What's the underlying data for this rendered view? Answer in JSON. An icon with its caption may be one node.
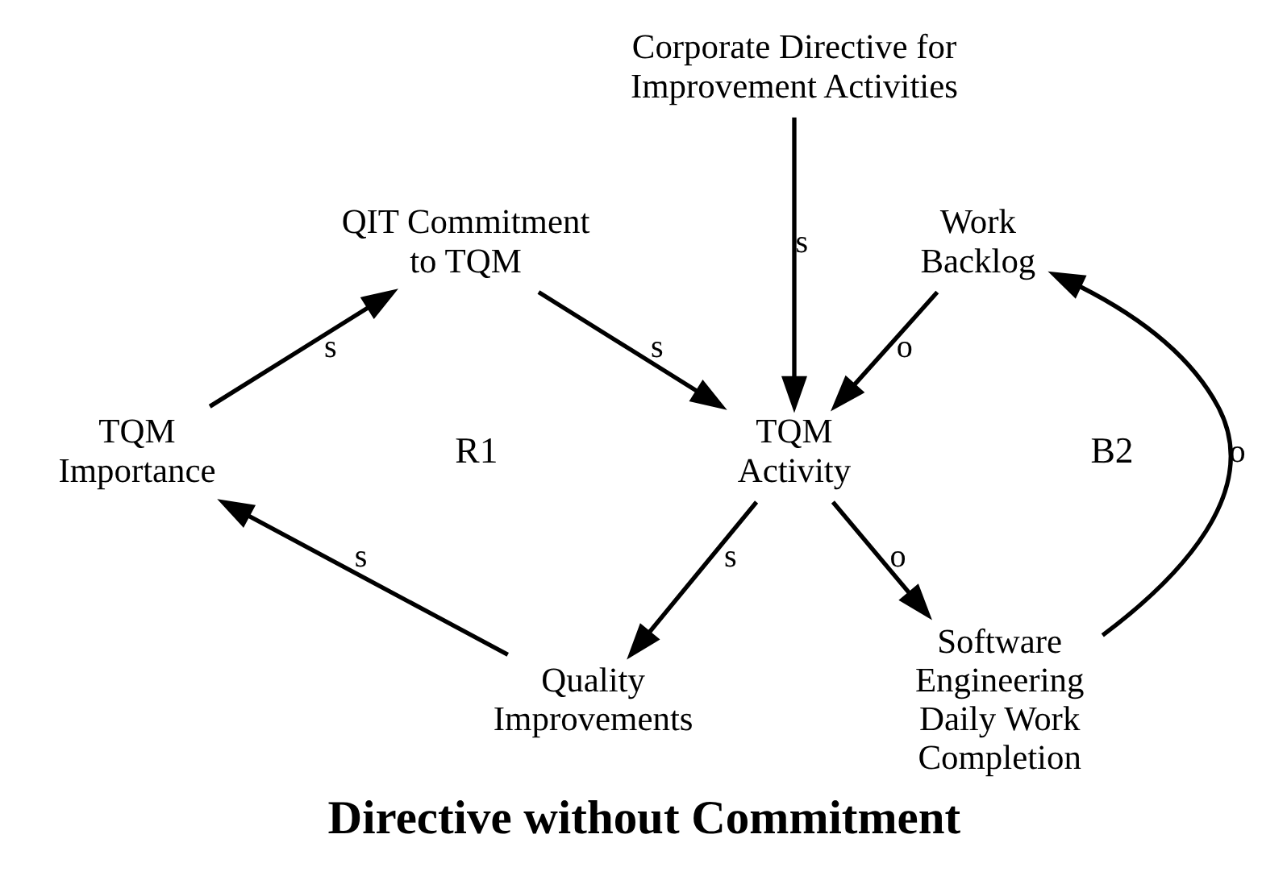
{
  "diagram": {
    "caption": "Directive without Commitment",
    "nodes": [
      {
        "text": [
          "Corporate Directive for Improvement Activities"
        ]
      },
      {
        "text": [
          "QIT Commitment to TQM"
        ]
      },
      {
        "text": [
          "Work Backlog"
        ]
      },
      {
        "text": [
          "TQM Importance"
        ]
      },
      {
        "text": [
          "TQM Activity"
        ]
      },
      {
        "text": [
          "Quality Improvements"
        ]
      },
      {
        "text": [
          "Software Engineering Daily Work Completion"
        ]
      }
    ],
    "edges": [
      {
        "from": 1,
        "to": 4,
        "arrow": "to",
        "label": "s"
      },
      {
        "from": 0,
        "to": 4,
        "arrow": "to",
        "label": "s"
      },
      {
        "from": 2,
        "to": 4,
        "arrow": "to",
        "label": "o"
      },
      {
        "from": 4,
        "to": 5,
        "arrow": "to",
        "label": "s"
      },
      {
        "from": 5,
        "to": 3,
        "arrow": "to",
        "label": "s"
      },
      {
        "from": 3,
        "to": 1,
        "arrow": "to",
        "label": "s"
      },
      {
        "from": 4,
        "to": 6,
        "arrow": "to",
        "label": "o"
      },
      {
        "from": 6,
        "to": 2,
        "arrow": "to",
        "label": "o"
      }
    ],
    "labels": [
      "R1",
      "B2"
    ]
  }
}
